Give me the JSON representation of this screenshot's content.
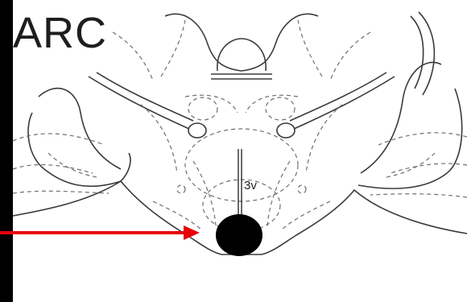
{
  "figure": {
    "title": "ARC",
    "ventricle_label": "3v",
    "colors": {
      "background": "#000000",
      "panel": "#ffffff",
      "outline": "#3a3a3a",
      "dashed": "#6e6e6e",
      "marker": "#000000",
      "arrow": "#e8000b"
    },
    "marker_icon": "filled-circle-marker",
    "arrow_icon": "red-arrow-icon"
  }
}
